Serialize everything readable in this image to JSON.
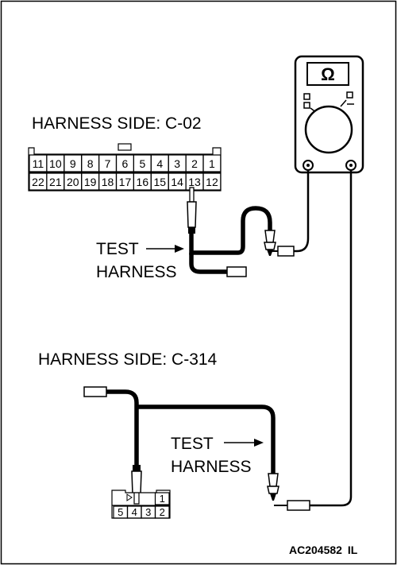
{
  "connector_c02": {
    "label": "HARNESS SIDE: C-02",
    "top_row": [
      "11",
      "10",
      "9",
      "8",
      "7",
      "6",
      "5",
      "4",
      "3",
      "2",
      "1"
    ],
    "bottom_row": [
      "22",
      "21",
      "20",
      "19",
      "18",
      "17",
      "16",
      "15",
      "14",
      "13",
      "12"
    ],
    "probed_pin": "13"
  },
  "connector_c314": {
    "label": "HARNESS SIDE: C-314",
    "top_row": [
      "",
      "",
      "",
      "1"
    ],
    "bottom_row": [
      "5",
      "4",
      "3",
      "2"
    ],
    "probed_pin": "4"
  },
  "test_harness_upper": {
    "line1": "TEST",
    "line2": "HARNESS"
  },
  "test_harness_lower": {
    "line1": "TEST",
    "line2": "HARNESS"
  },
  "multimeter": {
    "symbol": "Ω"
  },
  "figure_id": {
    "code": "AC204582",
    "suffix": "IL"
  }
}
